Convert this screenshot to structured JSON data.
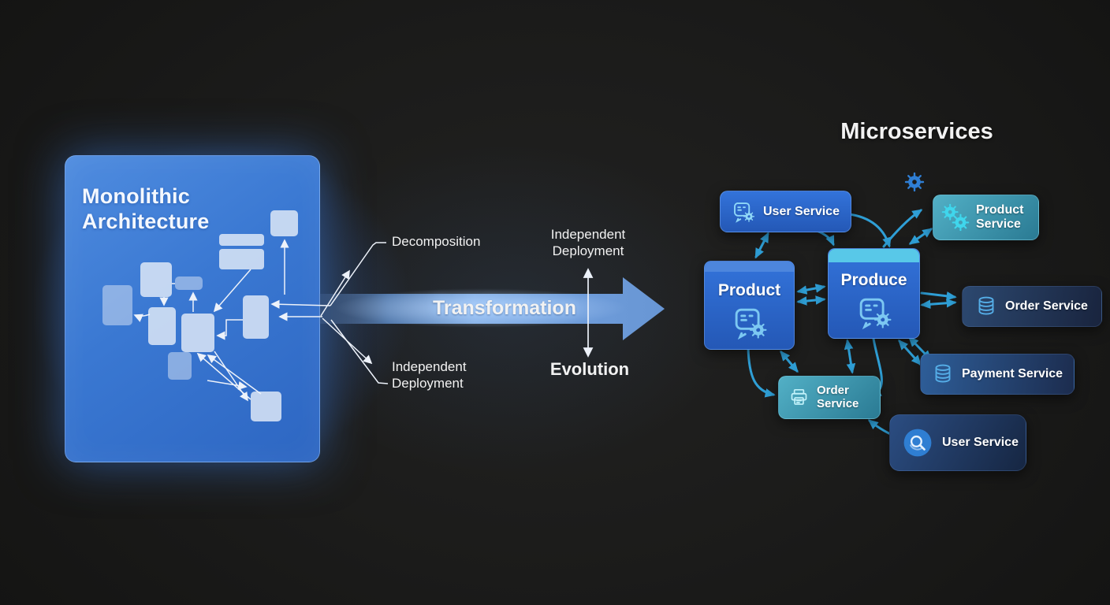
{
  "left_panel": {
    "title": "Monolithic\nArchitecture"
  },
  "flow": {
    "decomposition_label": "Decomposition",
    "independent_deployment_left": "Independent\nDeployment",
    "transformation_label": "Transformation",
    "independent_deployment_top": "Independent\nDeployment",
    "evolution_label": "Evolution"
  },
  "right_panel": {
    "title": "Microservices",
    "floating_icon": "gear-icon",
    "services": [
      {
        "id": "user-service-top",
        "label": "User Service",
        "icon": "chat-list-icon"
      },
      {
        "id": "product-service",
        "label": "Product\nService",
        "icon": "double-gears-icon"
      },
      {
        "id": "product-module",
        "label": "Product",
        "icon": "app-gear-icon"
      },
      {
        "id": "produce-module",
        "label": "Produce",
        "icon": "app-gear-icon"
      },
      {
        "id": "order-service-right",
        "label": "Order Service",
        "icon": "database-icon"
      },
      {
        "id": "payment-service",
        "label": "Payment Service",
        "icon": "database-icon"
      },
      {
        "id": "order-service-bottom",
        "label": "Order\nService",
        "icon": "receipt-printer-icon"
      },
      {
        "id": "user-service-bottom",
        "label": "User Service",
        "icon": "user-search-icon"
      }
    ]
  },
  "colors": {
    "background": "#1a1a19",
    "monolith_blue": "#3a78d2",
    "module_box": "#dde7f7",
    "band_blue": "#7fabe4",
    "arrow_teal": "#2f9fd6",
    "cyan_strip": "#58c8e8",
    "teal_box": "#3e9cb5",
    "dark_box": "#22385c",
    "gear_blue": "#2f7ed4",
    "white_lines": "#edf2fa"
  }
}
